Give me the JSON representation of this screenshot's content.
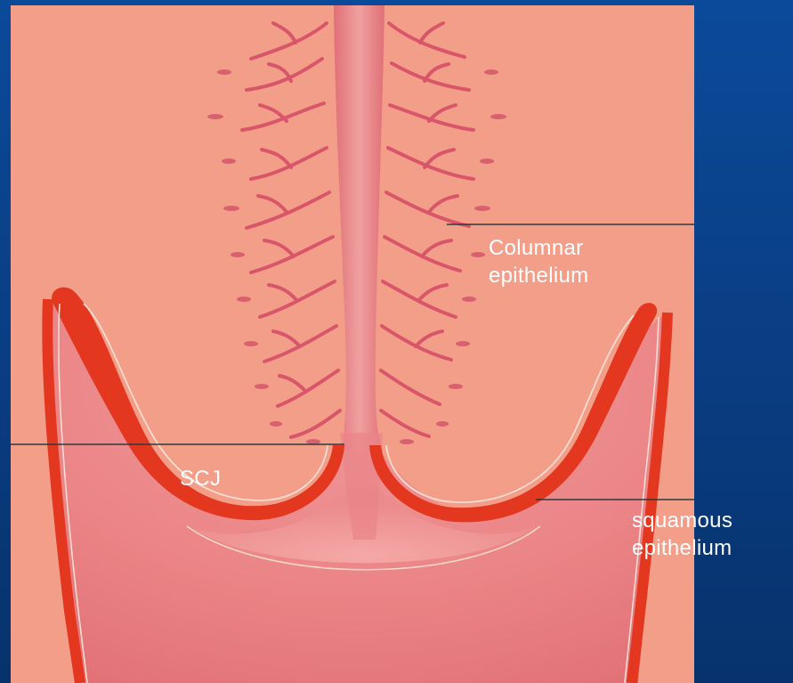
{
  "labels": {
    "columnar": "Columnar\nepithelium",
    "scj": "SCJ",
    "squamous": "squamous\nepithelium"
  },
  "colors": {
    "background": "#0a3f86",
    "tissue": "#f3a08b",
    "squamous_layer": "#e2351f",
    "canal": "#e77f85",
    "crypts": "#d55162",
    "leader_line": "#2d3a3a",
    "label_text": "#ffffff"
  }
}
